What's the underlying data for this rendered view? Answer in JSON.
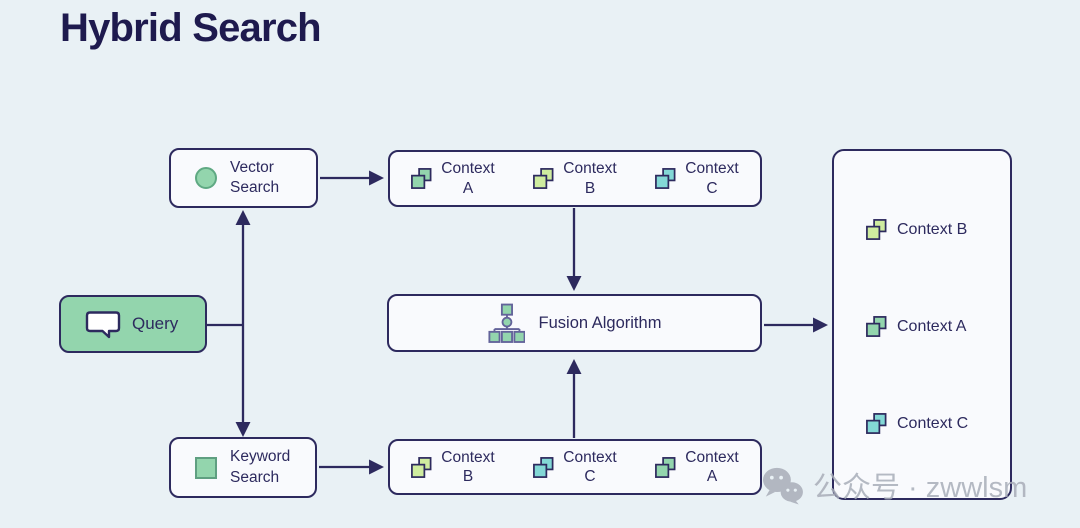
{
  "title": "Hybrid Search",
  "colors": {
    "background": "#e9f1f5",
    "box_fill": "#f9fafd",
    "ink_navy": "#2d2a5e",
    "title_navy": "#1e1a4e",
    "green": "#93d5ad",
    "light_green": "#cfec9f",
    "teal": "#83d8d6",
    "watermark_gray": "#a9aeb9"
  },
  "nodes": {
    "query": {
      "label": "Query",
      "icon": "speech-bubble-icon"
    },
    "vector_search": {
      "line1": "Vector",
      "line2": "Search",
      "icon": "circle-icon"
    },
    "keyword_search": {
      "line1": "Keyword",
      "line2": "Search",
      "icon": "square-icon"
    },
    "fusion": {
      "label": "Fusion Algorithm",
      "icon": "tree-hierarchy-icon"
    }
  },
  "top_row": {
    "items": [
      {
        "line1": "Context",
        "line2": "A",
        "color": "#93d5ad"
      },
      {
        "line1": "Context",
        "line2": "B",
        "color": "#cfec9f"
      },
      {
        "line1": "Context",
        "line2": "C",
        "color": "#83d8d6"
      }
    ]
  },
  "bottom_row": {
    "items": [
      {
        "line1": "Context",
        "line2": "B",
        "color": "#cfec9f"
      },
      {
        "line1": "Context",
        "line2": "C",
        "color": "#83d8d6"
      },
      {
        "line1": "Context",
        "line2": "A",
        "color": "#93d5ad"
      }
    ]
  },
  "results_panel": {
    "items": [
      {
        "label": "Context B",
        "color": "#cfec9f"
      },
      {
        "label": "Context A",
        "color": "#93d5ad"
      },
      {
        "label": "Context C",
        "color": "#83d8d6"
      }
    ]
  },
  "watermark": {
    "text": "公众号 · zwwlsm",
    "icon": "wechat-icon"
  }
}
